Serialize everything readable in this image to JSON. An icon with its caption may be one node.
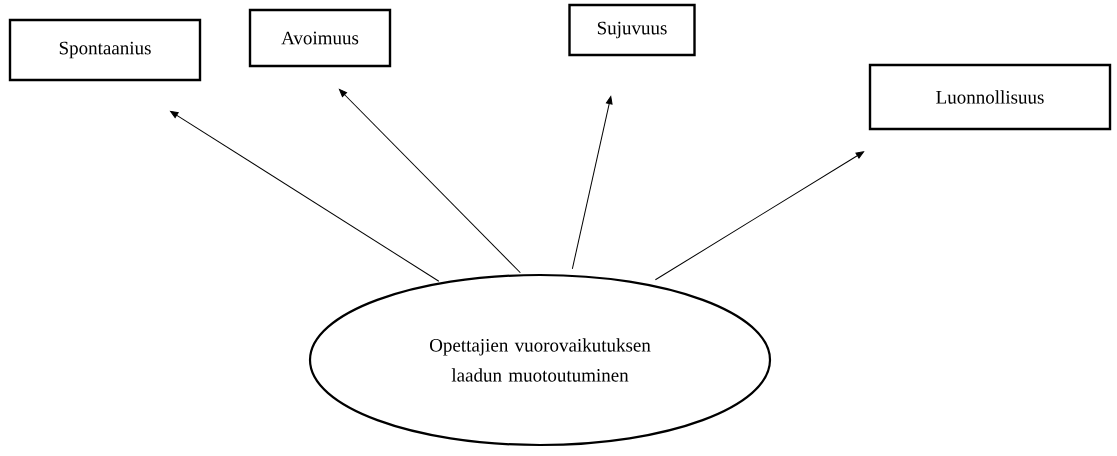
{
  "diagram": {
    "nodes": [
      {
        "text": [
          "Opettajien vuorovaikutuksen laadun muotoutuminen"
        ]
      },
      {
        "text": [
          "Spontaanius"
        ]
      },
      {
        "text": [
          "Avoimuus"
        ]
      },
      {
        "text": [
          "Sujuvuus"
        ]
      },
      {
        "text": [
          "Luonnollisuus"
        ]
      }
    ],
    "edges": [
      {
        "from": 0,
        "to": 1,
        "arrow": "to"
      },
      {
        "from": 0,
        "to": 2,
        "arrow": "to"
      },
      {
        "from": 0,
        "to": 3,
        "arrow": "to"
      },
      {
        "from": 0,
        "to": 4,
        "arrow": "to"
      }
    ]
  }
}
